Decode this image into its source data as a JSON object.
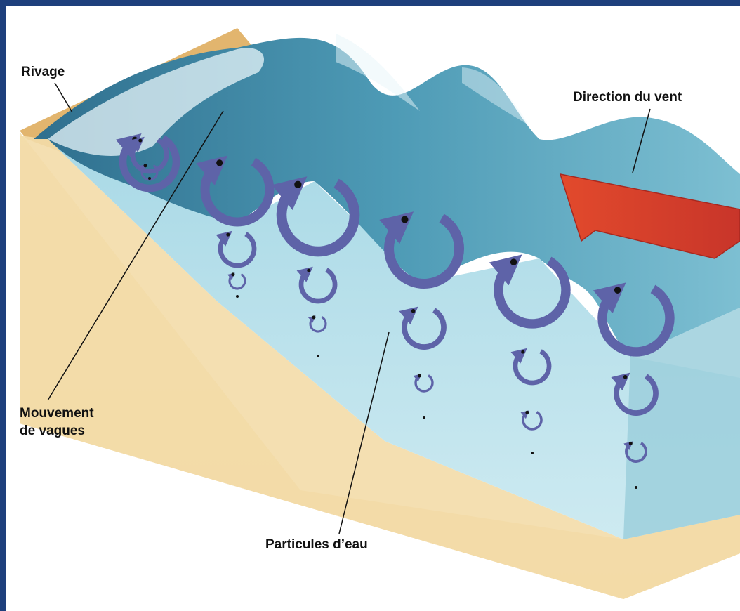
{
  "labels": {
    "shore": "Rivage",
    "wind_direction": "Direction du vent",
    "wave_movement_line1": "Mouvement",
    "wave_movement_line2": "de vagues",
    "water_particles": "Particules d’eau"
  },
  "colors": {
    "frame_border": "#1e3f7c",
    "sand": "#f2dba4",
    "sand_shade": "#e0c084",
    "water_body": "#bfe3ec",
    "water_surface": "#5fa7bf",
    "wave_crest": "#2f7a98",
    "foam": "#e8f6fa",
    "orbit_arrow": "#5e63a8",
    "wind_arrow": "#d9452e",
    "particle": "#111111"
  }
}
